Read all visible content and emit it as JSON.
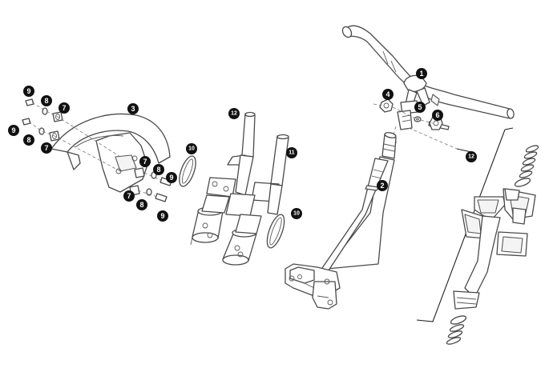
{
  "colors": {
    "line": "#4a4a4a",
    "callout": "#111111",
    "callout_text": "#ffffff",
    "background": "#ffffff"
  },
  "callouts": {
    "c1": "1",
    "c2": "2",
    "c3": "3",
    "c4": "4",
    "c5": "5",
    "c6": "6",
    "c7a": "7",
    "c7b": "7",
    "c7c": "7",
    "c7d": "7",
    "c8a": "8",
    "c8b": "8",
    "c8c": "8",
    "c8d": "8",
    "c9a": "9",
    "c9b": "9",
    "c9c": "9",
    "c9d": "9",
    "c10a": "10",
    "c10b": "10",
    "c11": "11",
    "c12a": "12",
    "c12b": "12"
  }
}
